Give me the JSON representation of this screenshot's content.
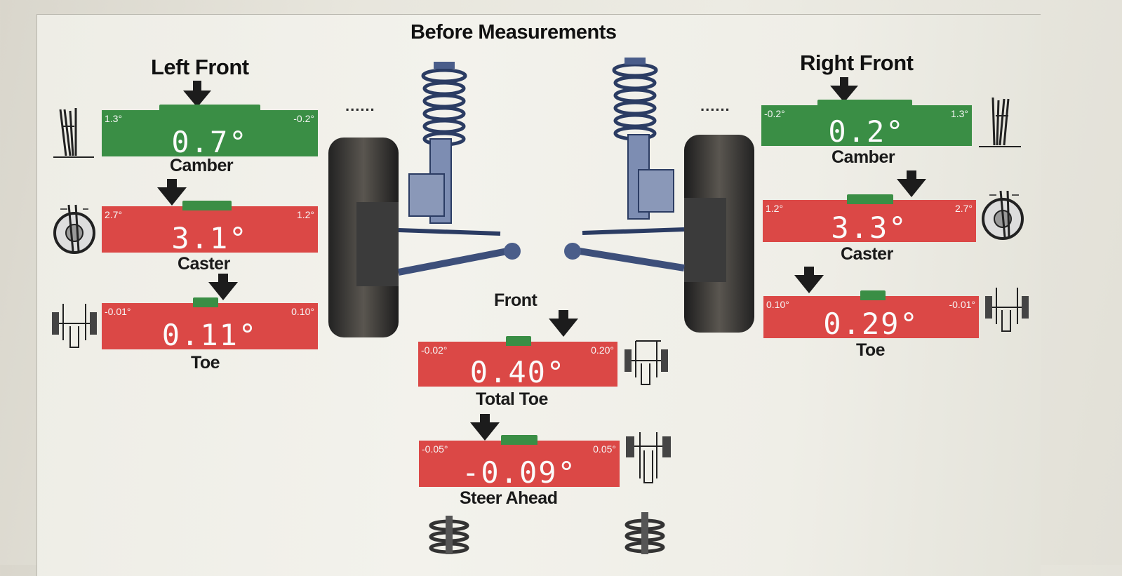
{
  "title": "Before Measurements",
  "left_front": {
    "heading": "Left Front",
    "camber": {
      "label": "Camber",
      "low": "1.3°",
      "high": "-0.2°",
      "value": "0.7°",
      "status": "green"
    },
    "caster": {
      "label": "Caster",
      "low": "2.7°",
      "high": "1.2°",
      "value": "3.1°",
      "status": "red"
    },
    "toe": {
      "label": "Toe",
      "low": "-0.01°",
      "high": "0.10°",
      "value": "0.11°",
      "status": "red"
    }
  },
  "right_front": {
    "heading": "Right Front",
    "camber": {
      "label": "Camber",
      "low": "-0.2°",
      "high": "1.3°",
      "value": "0.2°",
      "status": "green"
    },
    "caster": {
      "label": "Caster",
      "low": "1.2°",
      "high": "2.7°",
      "value": "3.3°",
      "status": "red"
    },
    "toe": {
      "label": "Toe",
      "low": "0.10°",
      "high": "-0.01°",
      "value": "0.29°",
      "status": "red"
    }
  },
  "front": {
    "heading": "Front",
    "total_toe": {
      "label": "Total Toe",
      "low": "-0.02°",
      "high": "0.20°",
      "value": "0.40°",
      "status": "red"
    },
    "steer_ahead": {
      "label": "Steer Ahead",
      "low": "-0.05°",
      "high": "0.05°",
      "value": "-0.09°",
      "status": "red"
    }
  },
  "dots": "......",
  "colors": {
    "in_spec": "#3a8e45",
    "out_of_spec": "#db4846",
    "arrow": "#1c1c1c"
  },
  "icons": [
    "camber-icon",
    "caster-icon",
    "toe-icon",
    "suspension-strut-icon",
    "wheel-tire-icon",
    "total-toe-icon",
    "steer-ahead-icon"
  ]
}
